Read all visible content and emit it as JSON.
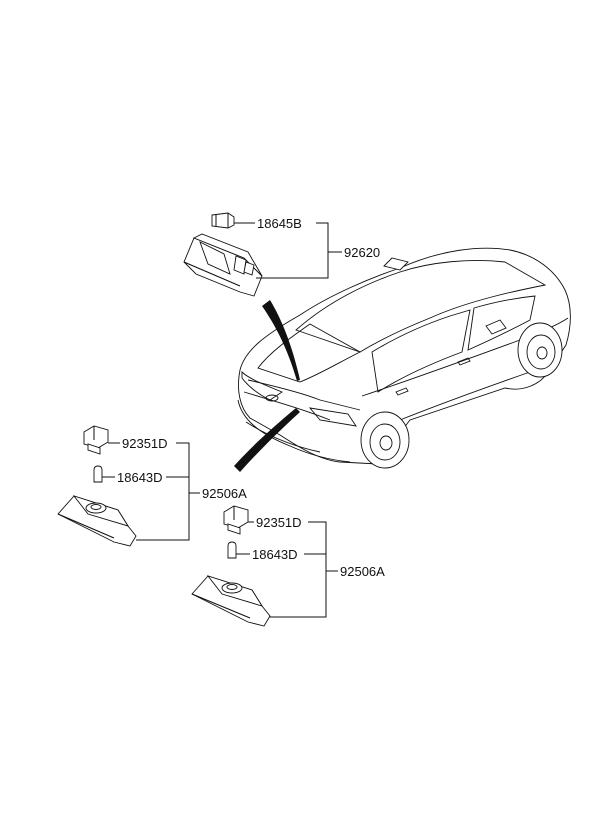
{
  "labels": {
    "p18645B": "18645B",
    "p92620": "92620",
    "p92351D_left": "92351D",
    "p18643D_left": "18643D",
    "p92506A_left": "92506A",
    "p92351D_right": "92351D",
    "p18643D_right": "18643D",
    "p92506A_right": "92506A"
  },
  "colors": {
    "line": "#111111",
    "background": "#ffffff"
  }
}
